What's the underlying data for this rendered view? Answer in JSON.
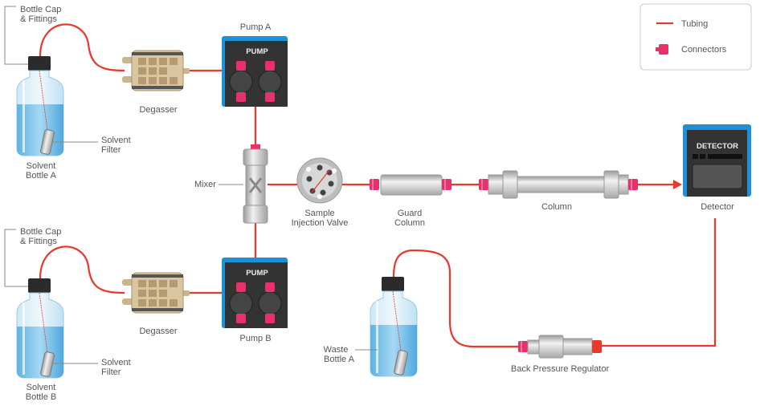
{
  "colors": {
    "tubing": "#e8392b",
    "connector": "#e8306a",
    "device_frame": "#1e90d6",
    "device_body": "#3a3a3a",
    "solvent": "#7cc4ec"
  },
  "legend": {
    "tubing": "Tubing",
    "connectors": "Connectors"
  },
  "bottle_a": {
    "cap_line1": "Bottle Cap",
    "cap_line2": "& Fittings",
    "filter_line1": "Solvent",
    "filter_line2": "Filter",
    "name_line1": "Solvent",
    "name_line2": "Bottle A"
  },
  "bottle_b": {
    "cap_line1": "Bottle Cap",
    "cap_line2": "& Fittings",
    "filter_line1": "Solvent",
    "filter_line2": "Filter",
    "name_line1": "Solvent",
    "name_line2": "Bottle B"
  },
  "degasser_a": "Degasser",
  "degasser_b": "Degasser",
  "pump_a": {
    "label": "Pump A",
    "panel": "PUMP"
  },
  "pump_b": {
    "label": "Pump B",
    "panel": "PUMP"
  },
  "mixer": "Mixer",
  "injection_valve": {
    "line1": "Sample",
    "line2": "Injection Valve"
  },
  "guard_column": {
    "line1": "Guard",
    "line2": "Column"
  },
  "column": "Column",
  "detector": {
    "label": "Detector",
    "panel": "DETECTOR"
  },
  "back_pressure_regulator": "Back Pressure Regulator",
  "waste_bottle": {
    "line1": "Waste",
    "line2": "Bottle A"
  }
}
